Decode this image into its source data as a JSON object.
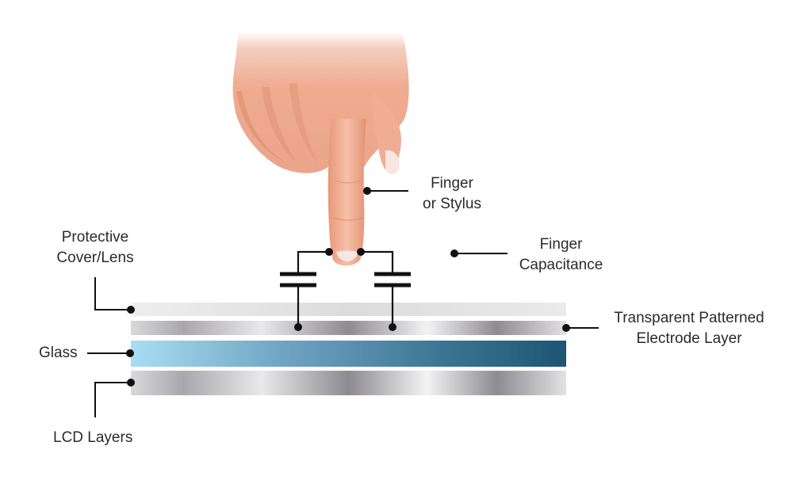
{
  "labels": {
    "finger_or_stylus": {
      "line1": "Finger",
      "line2": "or Stylus"
    },
    "protective_cover": {
      "line1": "Protective",
      "line2": "Cover/Lens"
    },
    "finger_capacitance": {
      "line1": "Finger",
      "line2": "Capacitance"
    },
    "electrode_layer": {
      "line1": "Transparent Patterned",
      "line2": "Electrode Layer"
    },
    "glass": "Glass",
    "lcd_layers": "LCD Layers"
  },
  "colors": {
    "line": "#111111",
    "text": "#2b2b2b",
    "glass_start": "#a8dcf2",
    "glass_end": "#1f5a78",
    "skin": "#f1b39b",
    "nail": "#f6e4df"
  },
  "icons": [
    "hand-pointing-icon",
    "capacitor-icon"
  ]
}
